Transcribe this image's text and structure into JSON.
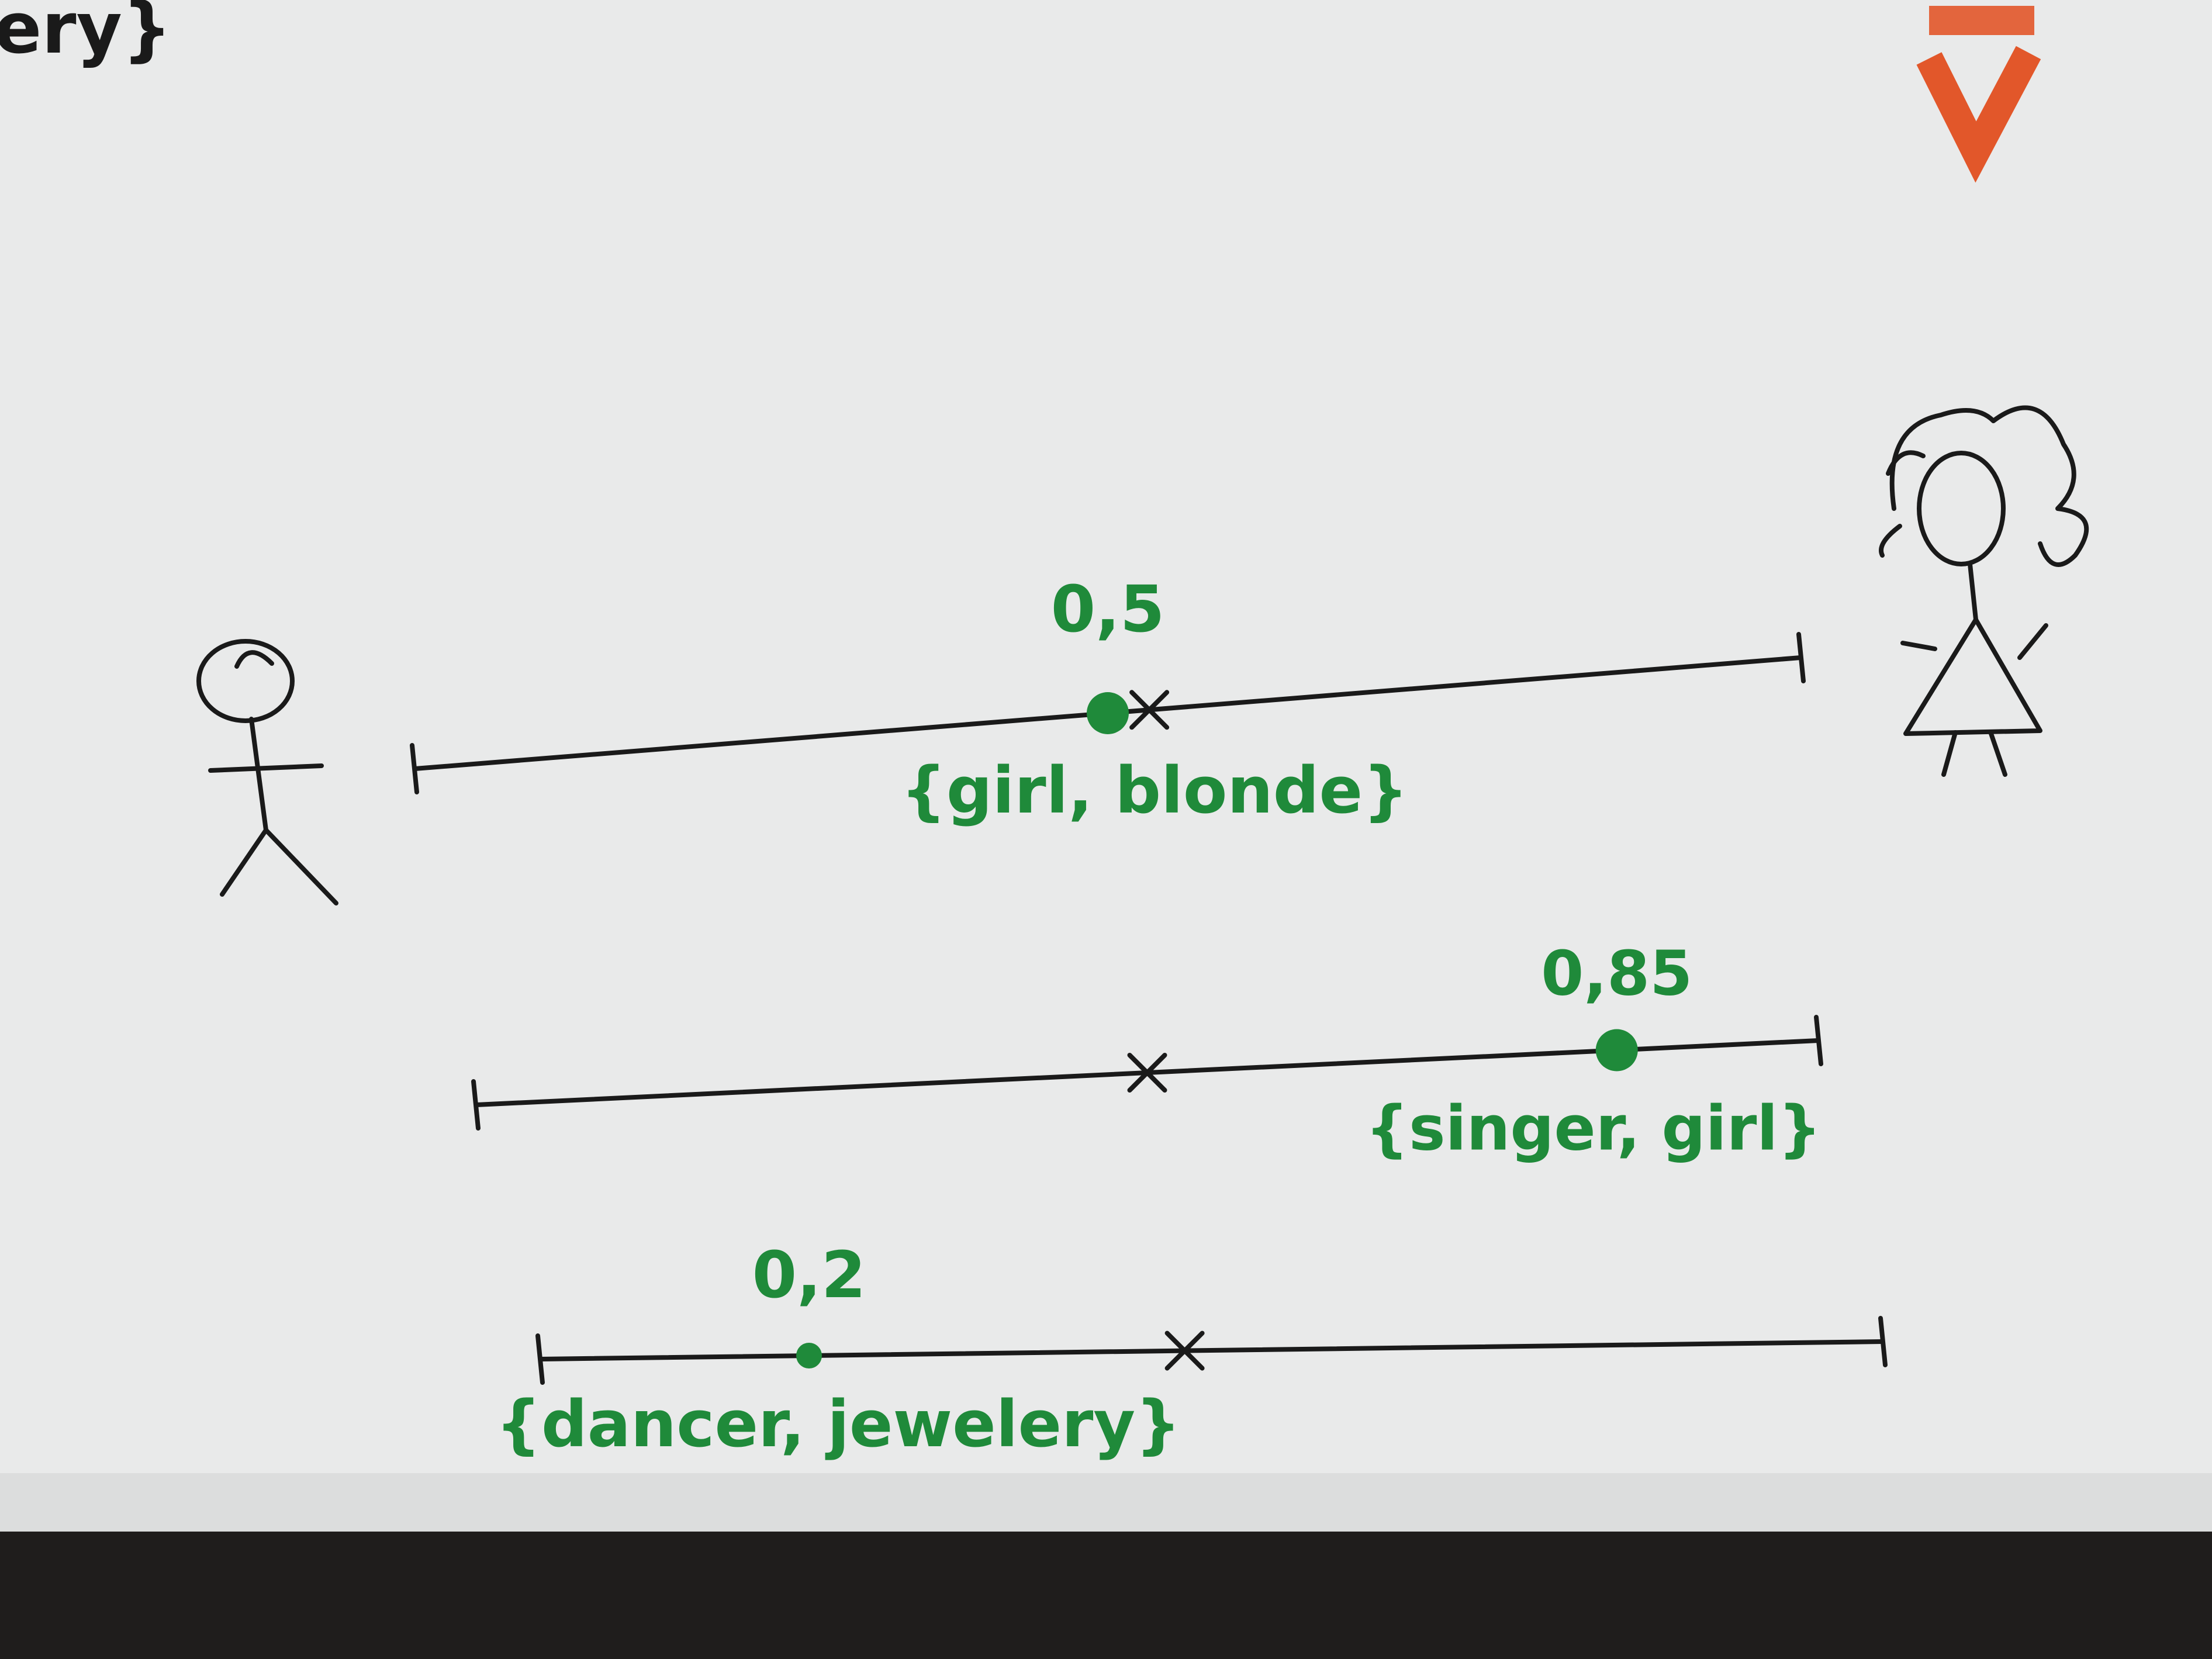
{
  "corner_text": "ery}",
  "colors": {
    "paper": "#e9eaea",
    "ink": "#1a1a1a",
    "green": "#1f8a3a",
    "orange": "#e2572a",
    "desk": "#1f1d1c"
  },
  "icons": {
    "left_figure": "stick-figure-boy-icon",
    "right_figure": "stick-figure-girl-icon",
    "corner_mark": "orange-mark-icon"
  },
  "scales": [
    {
      "value_label": "0,5",
      "value": 0.5,
      "set_label": "{girl, blonde}"
    },
    {
      "value_label": "0,85",
      "value": 0.85,
      "set_label": "{singer, girl}"
    },
    {
      "value_label": "0,2",
      "value": 0.2,
      "set_label": "{dancer, jewelery}"
    }
  ]
}
